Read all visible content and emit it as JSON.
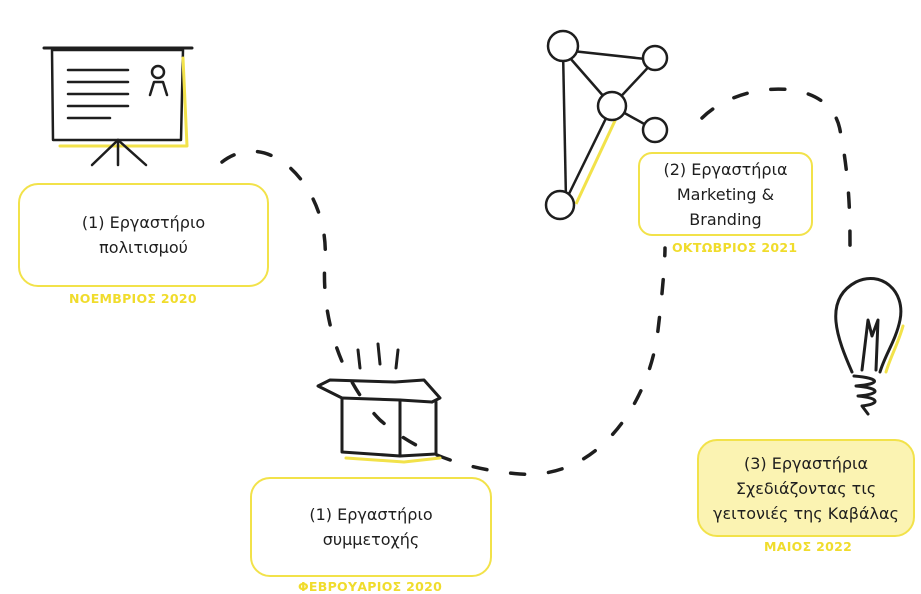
{
  "workshops": [
    {
      "title": "(1) Εργαστήριο\nπολιτισμού",
      "date": "ΝΟΕΜΒΡΙΟΣ 2020",
      "icon": "presentation-board-icon"
    },
    {
      "title": "(1) Εργαστήριο\nσυμμετοχής",
      "date": "ΦΕΒΡΟΥΑΡΙΟΣ 2020",
      "icon": "open-box-icon"
    },
    {
      "title": "(2) Εργαστήρια\nMarketing &\nBranding",
      "date": "ΟΚΤΩΒΡΙΟΣ 2021",
      "icon": "network-nodes-icon"
    },
    {
      "title": "(3) Εργαστήρια\nΣχεδιάζοντας τις\nγειτονιές της Καβάλας",
      "date": "ΜΑΙΟΣ 2022",
      "icon": "lightbulb-icon"
    }
  ],
  "colors": {
    "accent": "#f2e24a",
    "date_text": "#f0dc2c",
    "highlight_fill": "#fbf3b2",
    "ink": "#1e1e1e"
  }
}
